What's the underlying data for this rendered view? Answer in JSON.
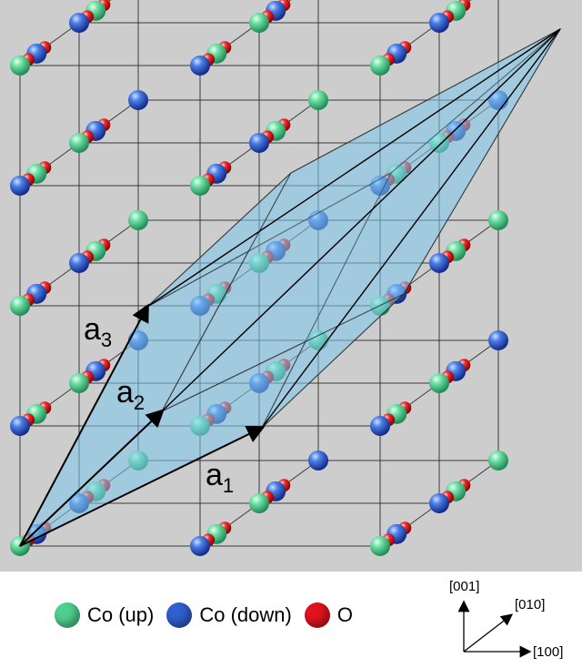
{
  "vectors": {
    "a1": {
      "base": "a",
      "sub": "1"
    },
    "a2": {
      "base": "a",
      "sub": "2"
    },
    "a3": {
      "base": "a",
      "sub": "3"
    }
  },
  "legend": [
    {
      "label": "Co (up)",
      "color": "#4fd08f"
    },
    {
      "label": "Co (down)",
      "color": "#2f5fd0"
    },
    {
      "label": "O",
      "color": "#e0141e"
    }
  ],
  "axes": {
    "a": "[001]",
    "b": "[010]",
    "c": "[100]"
  },
  "colors": {
    "background": "#cdcdcd",
    "cell_fill": "#7ec8ee",
    "co_up": "#4fd08f",
    "co_down": "#2f5fd0",
    "oxygen": "#e0141e"
  }
}
